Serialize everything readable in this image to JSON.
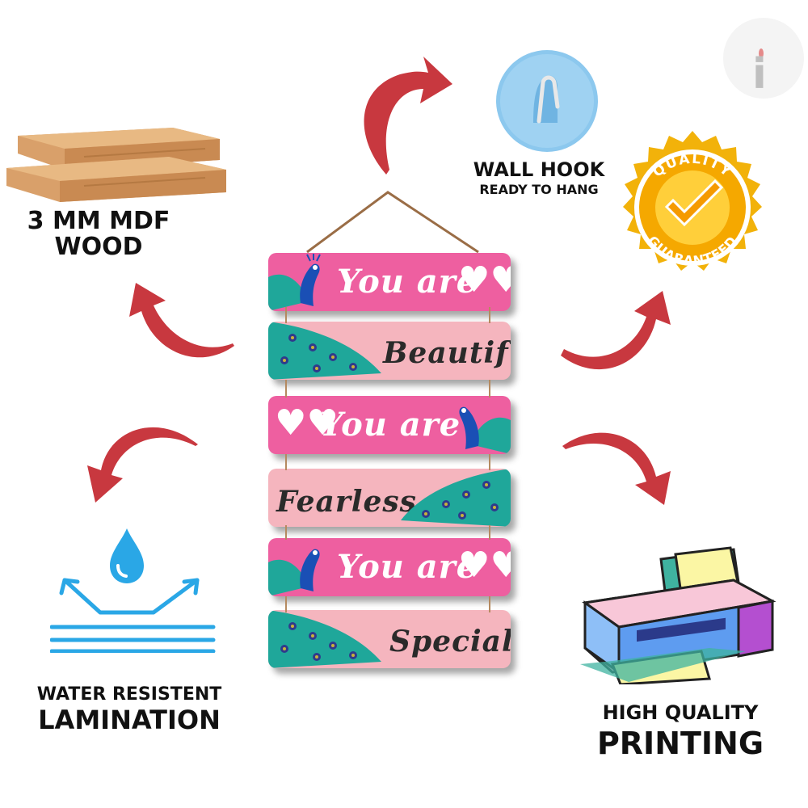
{
  "brand": {
    "logo_letter": "i"
  },
  "features": {
    "mdf": {
      "line1": "3 MM MDF",
      "line2": "WOOD"
    },
    "hook": {
      "line1": "WALL HOOK",
      "line2": "READY TO HANG"
    },
    "quality": {
      "top": "QUALITY",
      "bottom": "GUARANTEED"
    },
    "water": {
      "line1": "WATER RESISTENT",
      "line2": "LAMINATION"
    },
    "print": {
      "line1": "HIGH QUALITY",
      "line2": "PRINTING"
    }
  },
  "planks": [
    {
      "text": "You are",
      "tone": "dark"
    },
    {
      "text": "Beautiful",
      "tone": "light"
    },
    {
      "text": "You are",
      "tone": "dark"
    },
    {
      "text": "Fearless",
      "tone": "light"
    },
    {
      "text": "You are",
      "tone": "dark"
    },
    {
      "text": "Special",
      "tone": "light"
    }
  ],
  "colors": {
    "arrow": "#c8383f",
    "plank_dark": "#ee5fa0",
    "plank_light": "#f5b5be",
    "gold": "#f2b20a",
    "water": "#2aa7e6",
    "peacock": "#1fa79a"
  }
}
